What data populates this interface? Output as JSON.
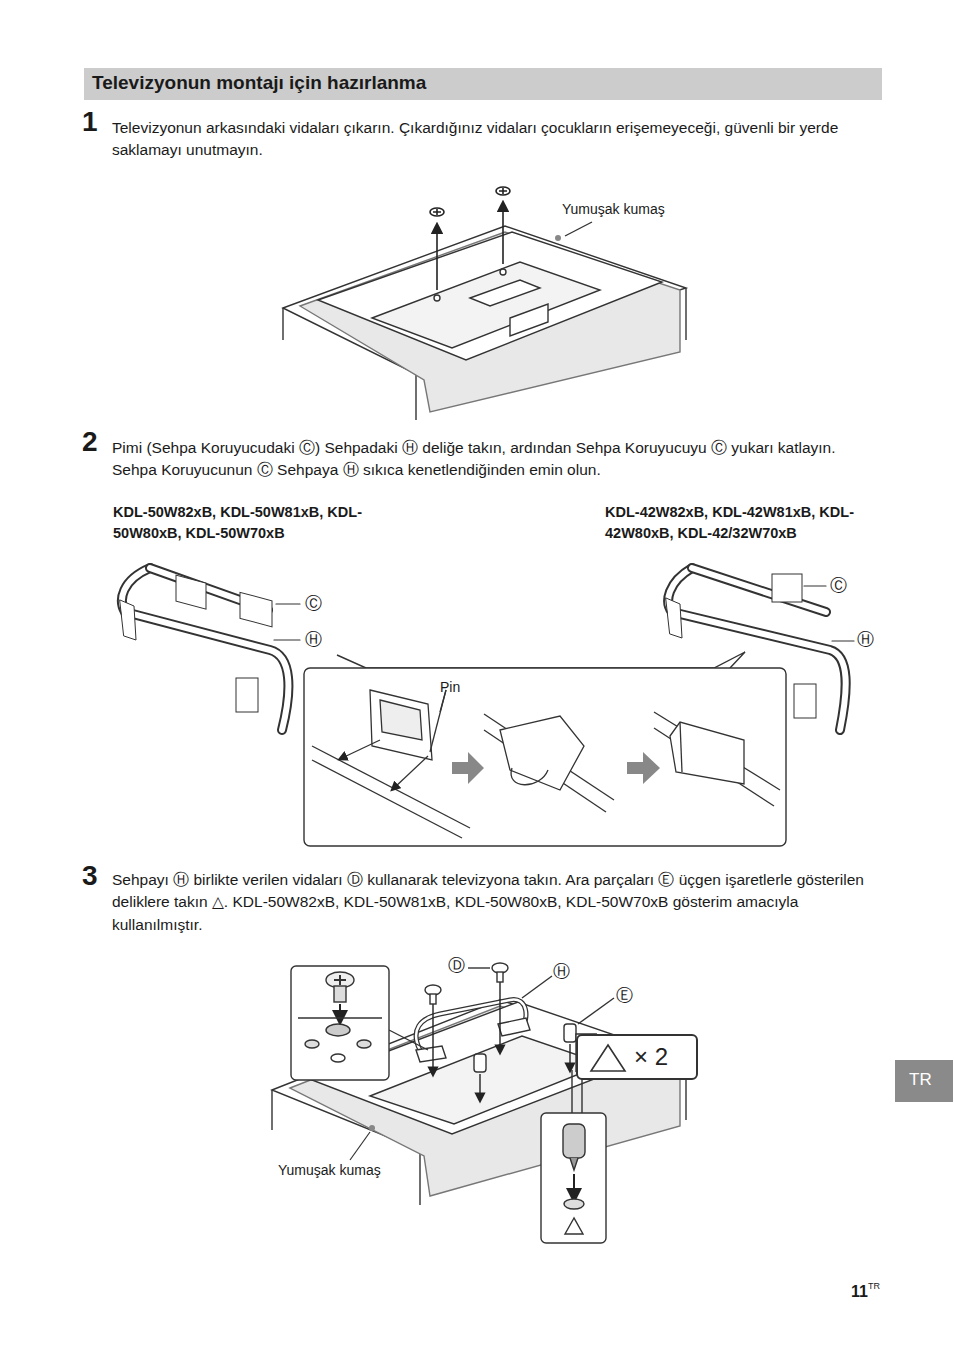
{
  "diagram": {
    "title": "Televizyonun montajı için hazırlanma",
    "nodes": [
      {
        "text": [
          "× 2"
        ]
      },
      {
        "text": [
          "TR"
        ]
      }
    ],
    "labels": [
      "1",
      "Televizyonun arkasındaki vidaları çıkarın. Çıkardığınız vidaları çocukların erişemeyeceği, güvenli bir yerde saklamayı unutmayın.",
      "Yumuşak kumaş",
      "2",
      "Pimi (Sehpa Koruyucudaki Ⓒ) Sehpadaki Ⓗ deliğe takın, ardından Sehpa Koruyucuyu Ⓒ yukarı katlayın. Sehpa Koruyucunun Ⓒ Sehpaya Ⓗ sıkıca kenetlendiğinden emin olun.",
      "KDL-50W82xB, KDL-50W81xB, KDL-50W80xB, KDL-50W70xB",
      "KDL-42W82xB, KDL-42W81xB, KDL-42W80xB, KDL-42/32W70xB",
      "Ⓒ",
      "Ⓗ",
      "Ⓒ",
      "Ⓗ",
      "Pin",
      "3",
      "Sehpayı Ⓗ birlikte verilen vidaları Ⓓ kullanarak televizyona takın. Ara parçaları Ⓔ üçgen işaretlerle gösterilen deliklere takın △. KDL-50W82xB, KDL-50W81xB, KDL-50W80xB, KDL-50W70xB gösterim amacıyla kullanılmıştır.",
      "Ⓓ",
      "Ⓗ",
      "Ⓔ",
      "Yumuşak kumaş",
      "11",
      "TR"
    ]
  }
}
